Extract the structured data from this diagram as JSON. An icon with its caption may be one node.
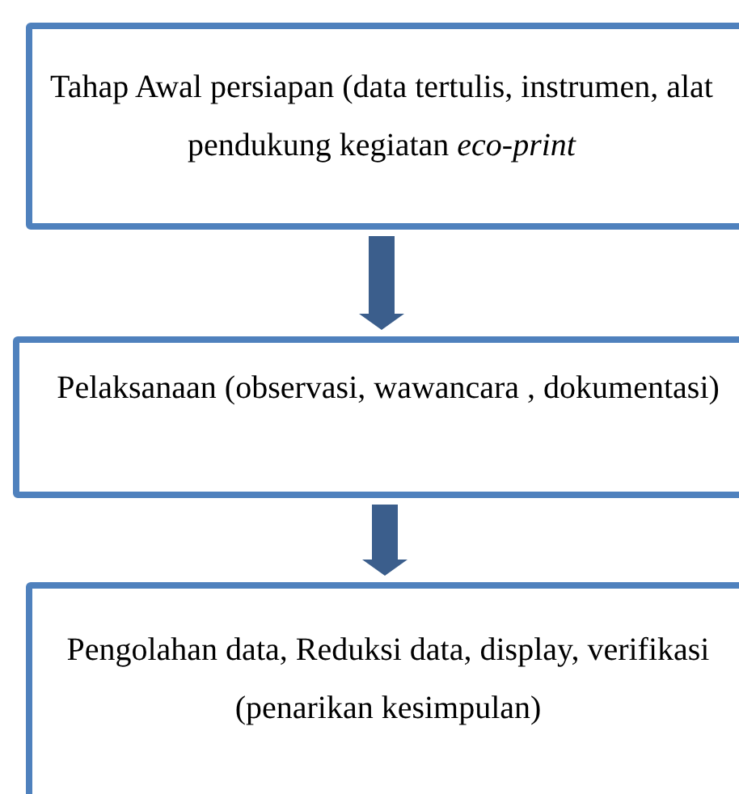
{
  "diagram": {
    "nodes": [
      {
        "text": [
          "Tahap Awal persiapan (data tertulis, instrumen, alat pendukung kegiatan *eco-print*"
        ]
      },
      {
        "text": [
          "Pelaksanaan (observasi, wawancara , dokumentasi)"
        ]
      },
      {
        "text": [
          "Pengolahan data, Reduksi data, display, verifikasi (penarikan kesimpulan)"
        ]
      }
    ],
    "edges": [
      {
        "from": 0,
        "to": 1,
        "arrow": "to"
      },
      {
        "from": 1,
        "to": 2,
        "arrow": "to"
      }
    ]
  }
}
